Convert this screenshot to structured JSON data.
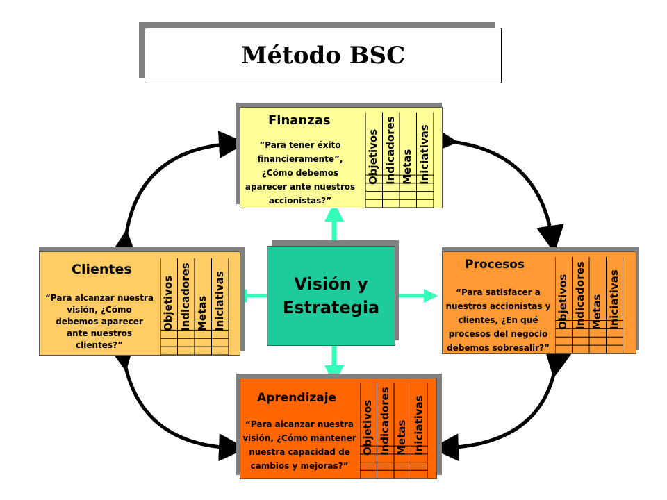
{
  "title": "Método BSC",
  "center": {
    "line1": "Visión y",
    "line2": "Estrategia",
    "color": "#1ecc9b"
  },
  "columns": [
    "Objetivos",
    "Indicadores",
    "Metas",
    "Iniciativas"
  ],
  "finanzas": {
    "title": "Finanzas",
    "quote": [
      "“Para tener éxito",
      "financieramente”,",
      "¿Cómo debemos",
      "aparecer ante nuestros",
      "accionistas?”"
    ],
    "color": "#ffff99"
  },
  "clientes": {
    "title": "Clientes",
    "quote": [
      "“Para alcanzar nuestra",
      "visión, ¿Cómo",
      "debemos aparecer",
      "ante nuestros",
      "clientes?”"
    ],
    "color": "#ffcc66"
  },
  "procesos": {
    "title": "Procesos",
    "quote": [
      "“Para satisfacer a",
      "nuestros accionistas y",
      "clientes, ¿En qué",
      "procesos del negocio",
      "debemos sobresalir?”"
    ],
    "color": "#ff9933"
  },
  "aprendizaje": {
    "title": "Aprendizaje",
    "quote": [
      "“Para alcanzar nuestra",
      "visión, ¿Cómo mantener",
      "nuestra capacidad de",
      "cambios y mejoras?”"
    ],
    "color": "#ff6600"
  }
}
